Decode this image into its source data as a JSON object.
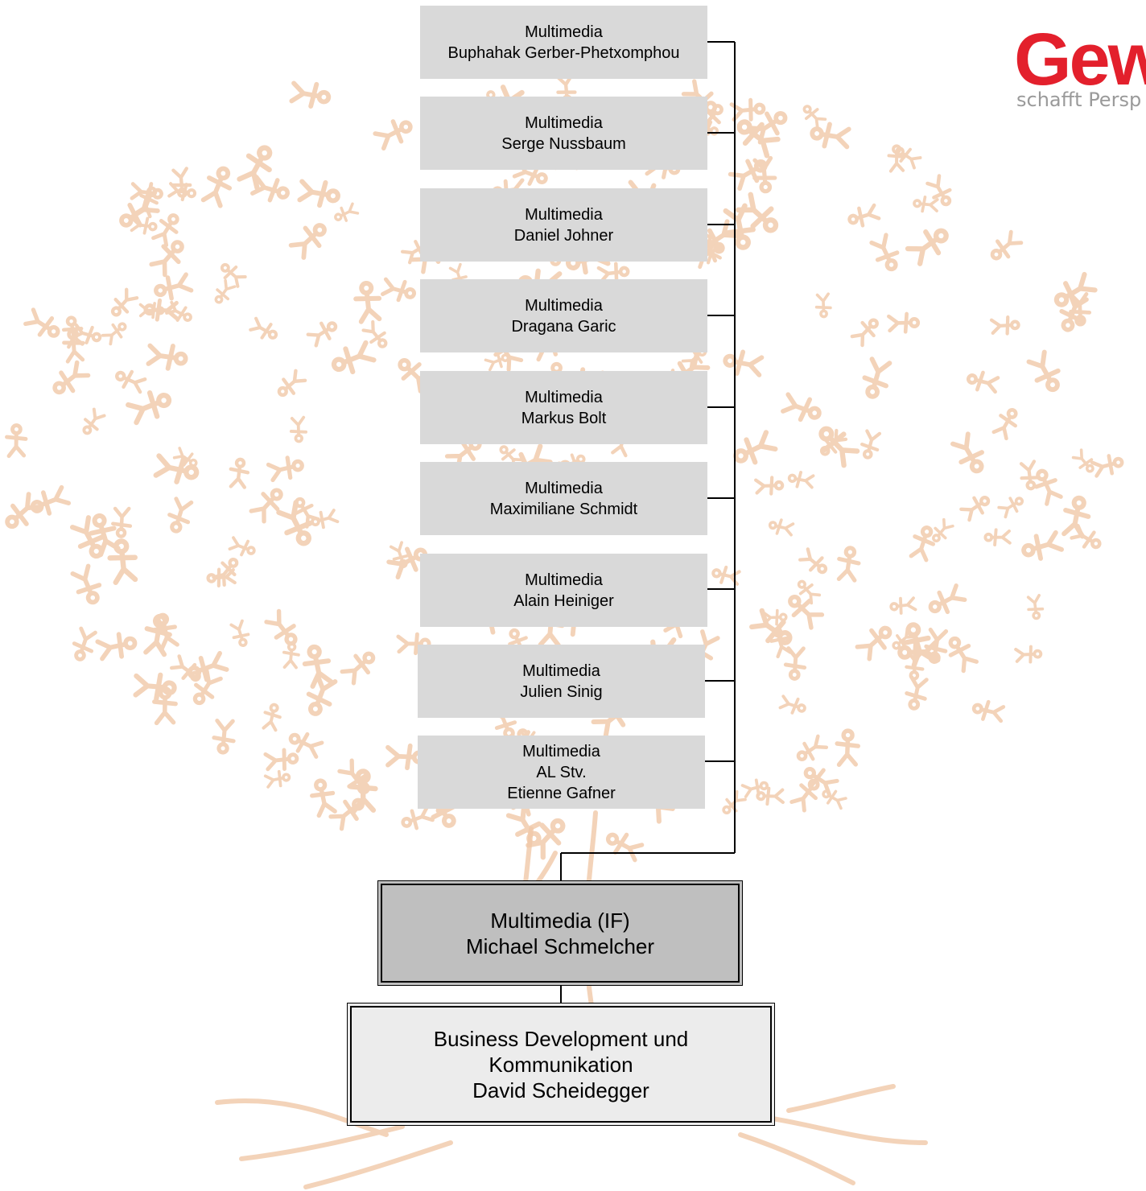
{
  "staff": [
    {
      "role": "Multimedia",
      "name": "Buphahak Gerber-Phetxomphou"
    },
    {
      "role": "Multimedia",
      "name": "Serge Nussbaum"
    },
    {
      "role": "Multimedia",
      "name": "Daniel Johner"
    },
    {
      "role": "Multimedia",
      "name": "Dragana Garic"
    },
    {
      "role": "Multimedia",
      "name": "Markus Bolt"
    },
    {
      "role": "Multimedia",
      "name": "Maximiliane Schmidt"
    },
    {
      "role": "Multimedia",
      "name": "Alain Heiniger"
    },
    {
      "role": "Multimedia",
      "name": "Julien Sinig"
    },
    {
      "role": "Multimedia",
      "title": "AL Stv.",
      "name": "Etienne Gafner"
    }
  ],
  "lead": {
    "role": "Multimedia (IF)",
    "name": "Michael Schmelcher"
  },
  "head": {
    "line1": "Business Development und",
    "line2": "Kommunikation",
    "name": "David Scheidegger"
  },
  "logo": {
    "word": "Gew",
    "tagline": "schafft Persp"
  },
  "colors": {
    "staff_fill": "#d9d9d9",
    "lead_fill": "#bfbfbf",
    "head_fill": "#ececec",
    "logo_red": "#e3202c",
    "tree_tint": "#f0c8a8"
  }
}
